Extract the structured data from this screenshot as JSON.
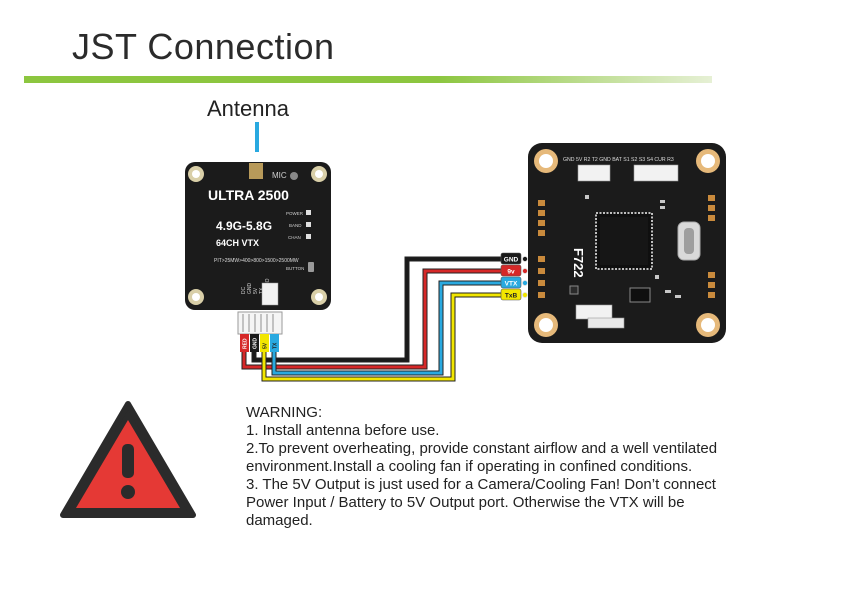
{
  "page": {
    "title": "JST Connection"
  },
  "vtx": {
    "antenna_label": "Antenna",
    "mic_label": "MIC",
    "model": "ULTRA 2500",
    "frequency": "4.9G-5.8G",
    "channels": "64CH VTX",
    "power_levels": "PIT>25MW>400>800>1500>2500MW",
    "led_labels": [
      "POWER",
      "BAND",
      "CHAN"
    ],
    "button_label": "BUTTON",
    "pin_labels": [
      "DC",
      "GND",
      "5V",
      "TX",
      "VIDEO"
    ],
    "cable_labels": [
      "RED",
      "GND",
      "5V",
      "TX"
    ]
  },
  "wires": [
    {
      "label": "GND",
      "color": "#1a1a1a"
    },
    {
      "label": "9v",
      "color": "#d62828"
    },
    {
      "label": "VTX",
      "color": "#29a9e0"
    },
    {
      "label": "TxB",
      "color": "#f2e600"
    }
  ],
  "fc": {
    "model": "F722",
    "top_pins": "GND 5V R2 T2 GND BAT S1 S2 S3 S4 CUR R3"
  },
  "warning": {
    "heading": "WARNING:",
    "lines": [
      "1. Install antenna before use.",
      "2.To prevent overheating, provide constant airflow and a well ventilated",
      "environment.Install a cooling fan if operating in confined conditions.",
      "3. The 5V Output is just used for a Camera/Cooling Fan! Don’t connect",
      "Power Input / Battery to 5V Output port. Otherwise the VTX will be",
      "damaged."
    ]
  },
  "colors": {
    "accent": "#8cc63f",
    "warning_red": "#e53935"
  }
}
